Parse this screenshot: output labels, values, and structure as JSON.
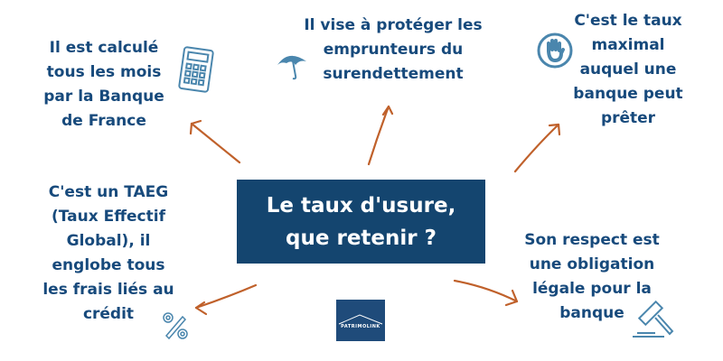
{
  "center": {
    "line1": "Le taux d'usure,",
    "line2": "que retenir ?"
  },
  "points": [
    {
      "id": "calcul",
      "lines": [
        "Il est calculé",
        "tous les mois",
        "par la Banque",
        "de France"
      ],
      "icon": "calculator-icon"
    },
    {
      "id": "protection",
      "lines": [
        "Il vise à protéger les",
        "emprunteurs du",
        "surendettement"
      ],
      "icon": "umbrella-icon"
    },
    {
      "id": "maximum",
      "lines": [
        "C'est le taux",
        "maximal",
        "auquel une",
        "banque peut",
        "prêter"
      ],
      "icon": "hand-stop-icon"
    },
    {
      "id": "taeg",
      "lines": [
        "C'est un TAEG",
        "(Taux Effectif",
        "Global), il",
        "englobe tous",
        "les frais liés au",
        "crédit"
      ],
      "icon": "percent-icon"
    },
    {
      "id": "obligation",
      "lines": [
        "Son respect est",
        "une obligation",
        "légale pour la",
        "banque"
      ],
      "icon": "gavel-icon"
    }
  ],
  "logo": {
    "text": "PATRIMOLINK"
  },
  "colors": {
    "text": "#174a7c",
    "box": "#14456f",
    "arrow": "#c0612b",
    "icon": "#4a86ad"
  }
}
